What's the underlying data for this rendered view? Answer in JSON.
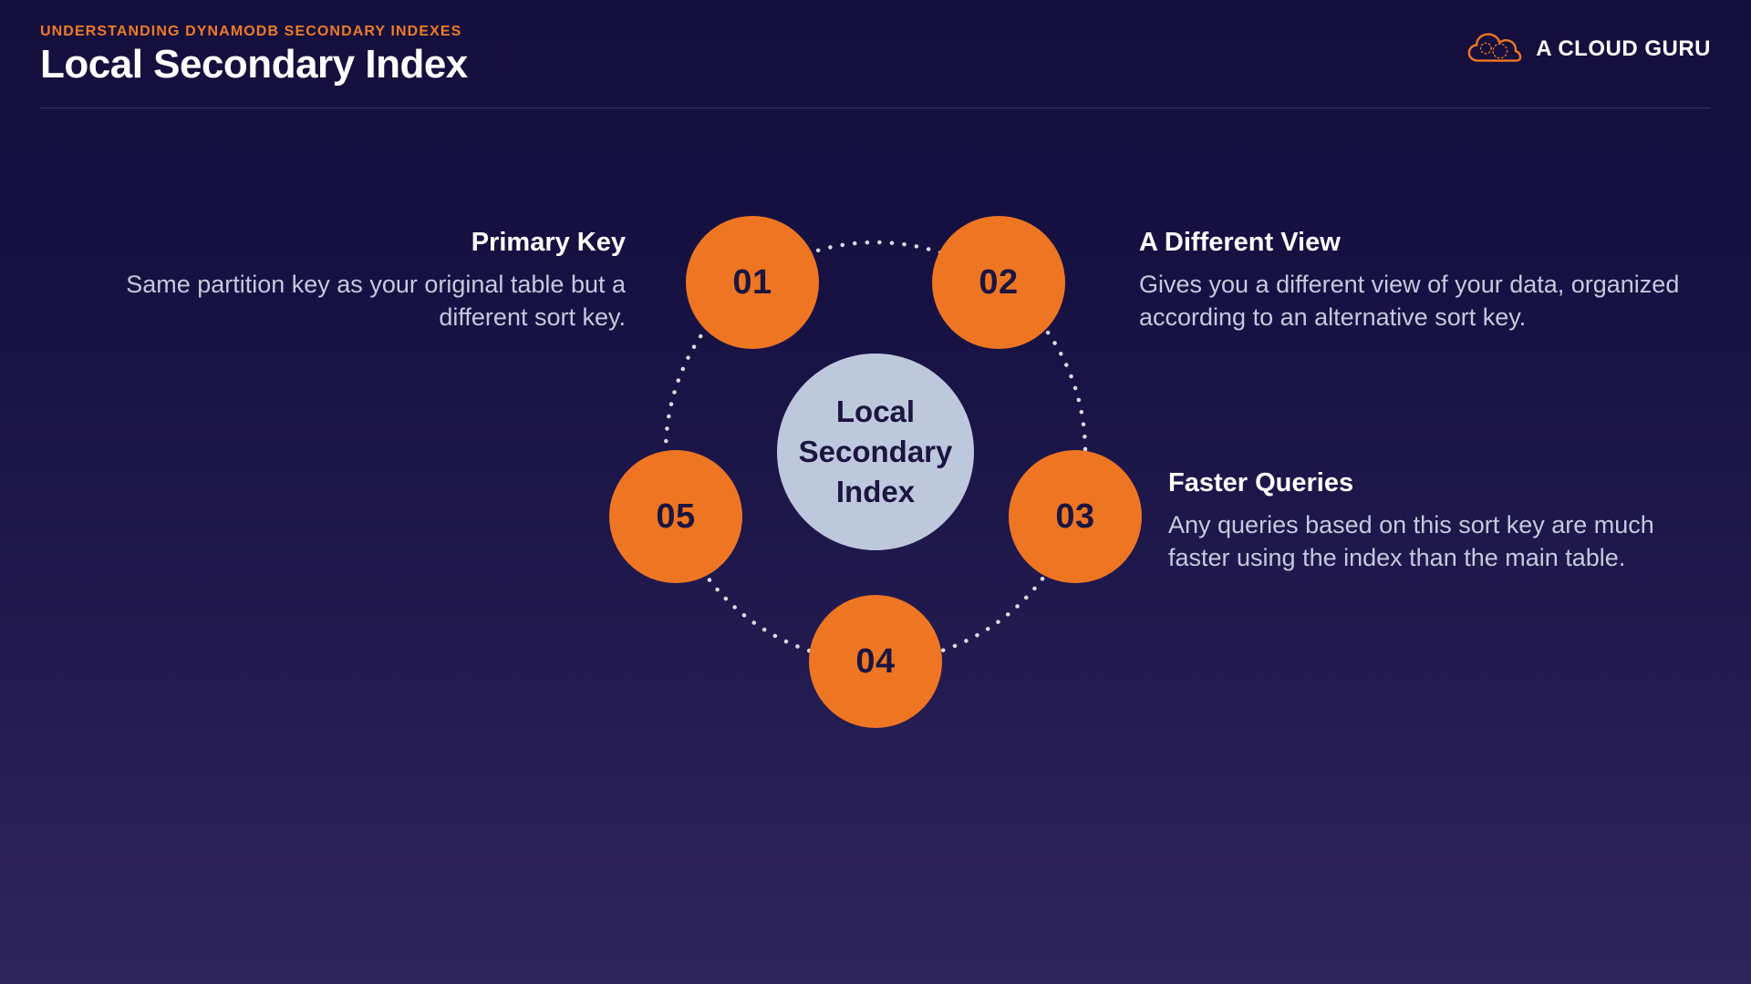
{
  "header": {
    "eyebrow": "UNDERSTANDING DYNAMODB SECONDARY INDEXES",
    "title": "Local Secondary Index",
    "brand": "A CLOUD GURU"
  },
  "diagram": {
    "center_label": "Local Secondary Index",
    "nodes": [
      {
        "number": "01"
      },
      {
        "number": "02"
      },
      {
        "number": "03"
      },
      {
        "number": "04"
      },
      {
        "number": "05"
      }
    ]
  },
  "callouts": {
    "primary_key": {
      "title": "Primary Key",
      "body": "Same partition key as your original table but a different sort key."
    },
    "different_view": {
      "title": "A Different View",
      "body": "Gives you a different view of your data, organized according to an alternative sort key."
    },
    "faster_queries": {
      "title": "Faster Queries",
      "body": "Any queries based on this sort key are much faster using the index than the main table."
    }
  },
  "colors": {
    "accent_orange": "#EE7623",
    "eyebrow_orange": "#EE7B2A",
    "center_circle": "#BDC8DC",
    "node_number_text": "#1B1540",
    "heading_text": "#FFFFFF",
    "body_text": "#C5C9DD",
    "background_top": "#150F3C",
    "background_bottom": "#2E245C",
    "dotted_ring": "#E9EBF3"
  }
}
